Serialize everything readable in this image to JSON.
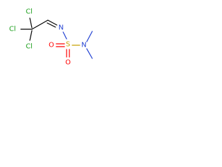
{
  "atoms": {
    "cl_top": "Cl",
    "cl_left": "Cl",
    "cl_bottom": "Cl",
    "n_imine": "N",
    "s_center": "S",
    "o_left": "O",
    "o_bottom": "O",
    "n_amine": "N"
  },
  "colors": {
    "chlorine": "#1fa01f",
    "nitrogen": "#1f3fd2",
    "sulfur": "#c8a000",
    "oxygen": "#ff0000",
    "carbon_bond": "#000000"
  }
}
